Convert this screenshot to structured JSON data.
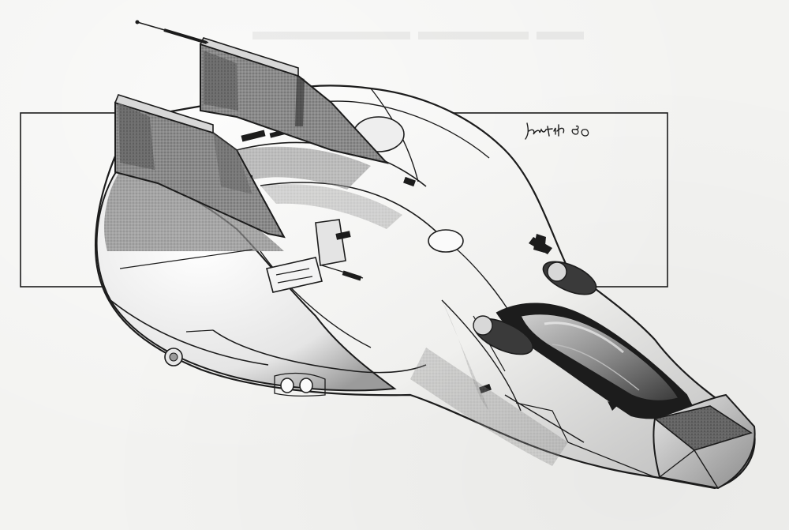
{
  "artwork": {
    "subject": "spaceship-illustration",
    "medium": "pencil-and-ink-stipple",
    "signature": "Jantik 86",
    "palette": {
      "paper": "#f3f3f1",
      "ink": "#1c1c1c",
      "shade_dark": "#6d6d6d",
      "shade_mid": "#a2a2a2",
      "shade_light": "#d6d6d6"
    }
  }
}
